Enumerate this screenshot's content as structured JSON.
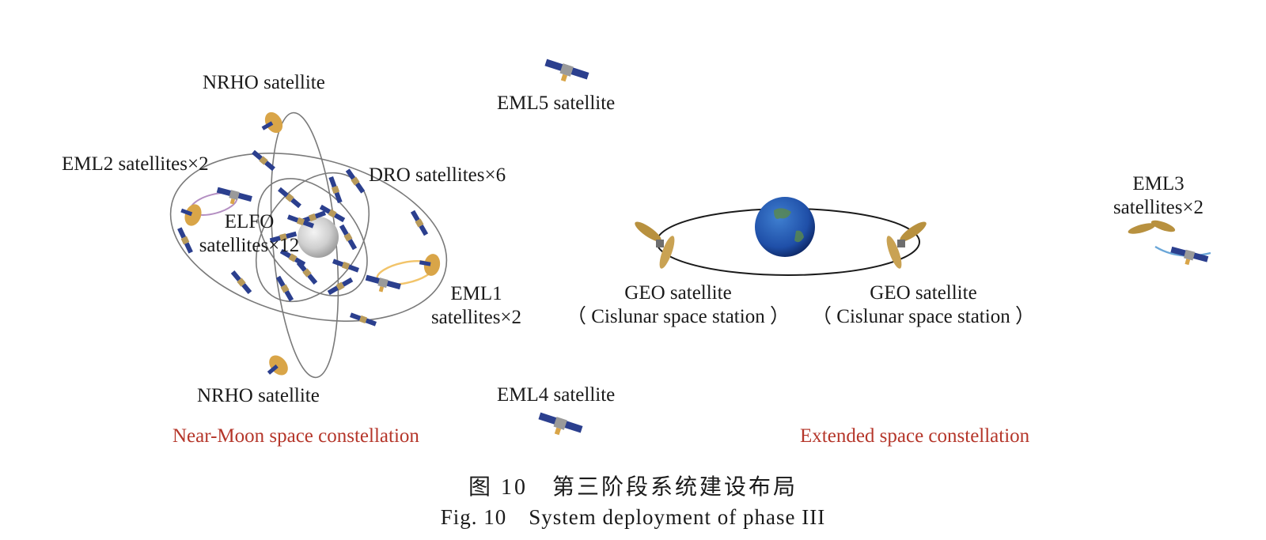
{
  "labels": {
    "nrho_top": "NRHO satellite",
    "nrho_bottom": "NRHO satellite",
    "eml5": "EML5 satellite",
    "eml4": "EML4 satellite",
    "eml2": "EML2 satellites×2",
    "dro": "DRO satellites×6",
    "elfo_line1": "ELFO",
    "elfo_line2": "satellites×12",
    "eml1_line1": "EML1",
    "eml1_line2": "satellites×2",
    "eml3_line1": "EML3",
    "eml3_line2": "satellites×2",
    "geo_left_line1": "GEO satellite",
    "geo_left_line2": "（ Cislunar space station ）",
    "geo_right_line1": "GEO satellite",
    "geo_right_line2": "（ Cislunar space station ）",
    "near_moon": "Near-Moon space constellation",
    "extended": "Extended space constellation"
  },
  "caption": {
    "chinese": "图 10　第三阶段系统建设布局",
    "english": "Fig. 10　System deployment of phase III"
  },
  "icons": [
    "moon-icon",
    "earth-icon",
    "satellite-icon"
  ],
  "colors": {
    "red_label": "#b5362a",
    "solar_panel": "#2b3f8e",
    "dish": "#d9a548",
    "orbit": "#7a7a7a",
    "orbit_eml1": "#f2c46a",
    "orbit_eml2": "#b48fc2",
    "orbit_eml3": "#6aa6d8",
    "earth_ocean": "#1f4fa8",
    "moon": "#cfcfcf"
  }
}
